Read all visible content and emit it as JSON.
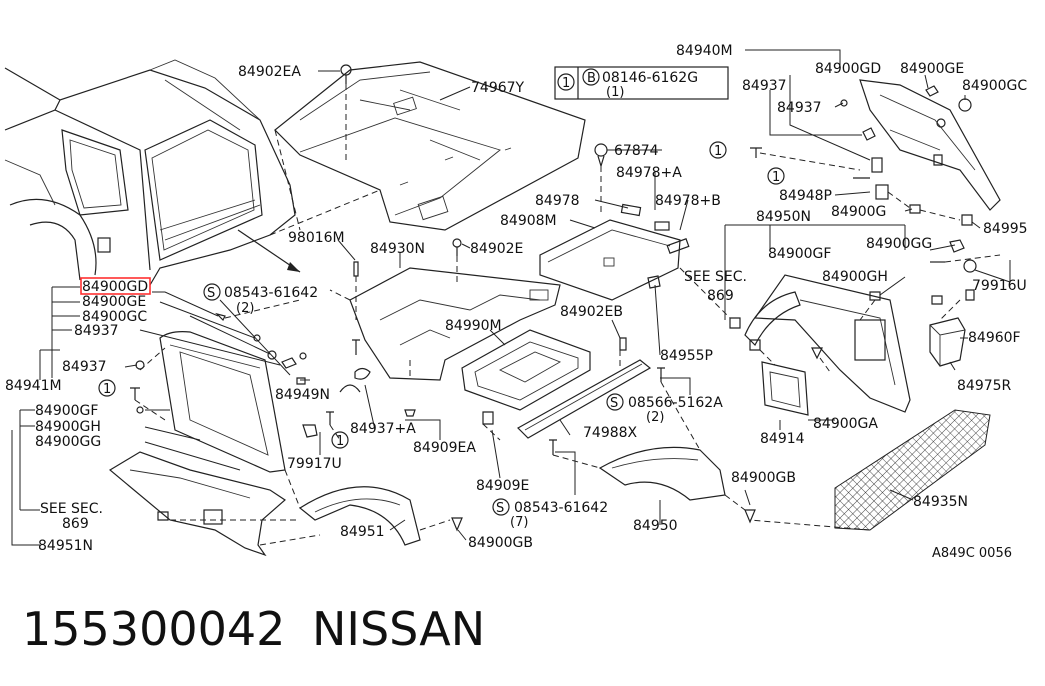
{
  "diagram": {
    "labels": {
      "p84940M": "84940M",
      "p84937_top": "84937",
      "p84900GD": "84900GD",
      "p84900GE_top": "84900GE",
      "p84900GC_top": "84900GC",
      "p84937_b": "84937",
      "p84902EA": "84902EA",
      "p74967Y": "74967Y",
      "p67874": "67874",
      "p84978A": "84978+A",
      "p84978": "84978",
      "p84978B": "84978+B",
      "p84908M": "84908M",
      "p84948P": "84948P",
      "p84900G": "84900G",
      "p84995": "84995",
      "p84950N": "84950N",
      "p84900GG_r": "84900GG",
      "p98016M": "98016M",
      "p84930N": "84930N",
      "p84902E": "84902E",
      "p84900GF_r": "84900GF",
      "see_sec_r_1": "SEE SEC.",
      "see_sec_r_2": "869",
      "p84900GH_r": "84900GH",
      "p79916U": "79916U",
      "p84900G_left": "84900GD",
      "p08543_1": "08543-61642",
      "p08543_1q": "(2)",
      "p84900GE_l": "84900GE",
      "p84900GC_l": "84900GC",
      "p84937_l": "84937",
      "p84990M": "84990M",
      "p84902EB": "84902EB",
      "p84960F": "84960F",
      "p84937_l2": "84937",
      "p84941M": "84941M",
      "p84955P": "84955P",
      "p84975R": "84975R",
      "p84949N": "84949N",
      "p08566": "08566-5162A",
      "p08566q": "(2)",
      "p84900GF_l": "84900GF",
      "p84937A": "84937+A",
      "p74988X": "74988X",
      "p84914": "84914",
      "p84900GA": "84900GA",
      "p84900GH_l": "84900GH",
      "p84909EA": "84909EA",
      "p84900GG_l": "84900GG",
      "p79917U": "79917U",
      "p84909E": "84909E",
      "p84900GB_r": "84900GB",
      "see_sec_l_1": "SEE SEC.",
      "see_sec_l_2": "869",
      "p08543_2": "08543-61642",
      "p08543_2q": "(7)",
      "p84935N": "84935N",
      "p84951": "84951",
      "p84950": "84950",
      "p84951N": "84951N",
      "p84900GB_b": "84900GB",
      "code": "A849C 0056",
      "box_code": "08146-6162G",
      "box_qty": "(1)",
      "circle_1": "1",
      "circle_b": "B",
      "circle_s": "S"
    },
    "footer": {
      "part_number": "155300042",
      "brand": "NISSAN"
    }
  }
}
